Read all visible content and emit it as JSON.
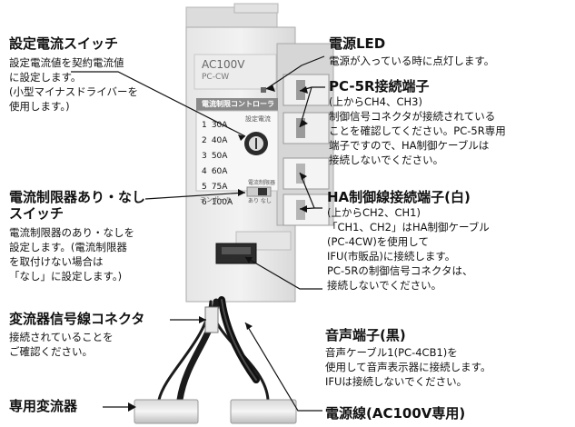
{
  "device": {
    "voltage_text": "AC100V",
    "model_text": "PC-CW",
    "panel_title": "電流制限コントローラ",
    "setting_caption": "設定電流",
    "limiter_caption": "電流制限器",
    "limiter_switch_caption": "あり なし",
    "brand_text": "テンポール",
    "rows": [
      {
        "num": "1",
        "val": "30A"
      },
      {
        "num": "2",
        "val": "40A"
      },
      {
        "num": "3",
        "val": "50A"
      },
      {
        "num": "4",
        "val": "60A"
      },
      {
        "num": "5",
        "val": "75A"
      },
      {
        "num": "6",
        "val": "100A"
      }
    ]
  },
  "callouts": {
    "setting_switch": {
      "title": "設定電流スイッチ",
      "lines": [
        "設定電流値を契約電流値",
        "に設定します。",
        "(小型マイナスドライバーを",
        "使用します。)"
      ]
    },
    "limiter_switch": {
      "title_lines": [
        "電流制限器あり・なし",
        "スイッチ"
      ],
      "lines": [
        "電流制限器のあり・なしを",
        "設定します。(電流制限器",
        "を取付けない場合は",
        "「なし」に設定します。)"
      ]
    },
    "ct_connector": {
      "title": "変流器信号線コネクタ",
      "lines": [
        "接続されていることを",
        "ご確認ください。"
      ]
    },
    "dedicated_ct": {
      "title": "専用変流器"
    },
    "power_led": {
      "title": "電源LED",
      "lines": [
        "電源が入っている時に点灯します。"
      ]
    },
    "pc5r_terminal": {
      "title": "PC-5R接続端子",
      "sub": "(上からCH4、CH3)",
      "lines": [
        "制御信号コネクタが接続されている",
        "ことを確認してください。PC-5R専用",
        "端子ですので、HA制御ケーブルは",
        "接続しないでください。"
      ]
    },
    "ha_terminal": {
      "title": "HA制御線接続端子(白)",
      "sub": "(上からCH2、CH1)",
      "lines": [
        "「CH1、CH2」はHA制御ケーブル",
        "(PC-4CW)を使用して",
        "IFU(市販品)に接続します。",
        "PC-5Rの制御信号コネクタは、",
        "接続しないでください。"
      ]
    },
    "audio_terminal": {
      "title": "音声端子(黒)",
      "lines": [
        "音声ケーブル1(PC-4CB1)を",
        "使用して音声表示器に接続します。",
        "IFUは接続しないでください。"
      ]
    },
    "power_cable": {
      "title": "電源線(AC100V専用)"
    }
  }
}
